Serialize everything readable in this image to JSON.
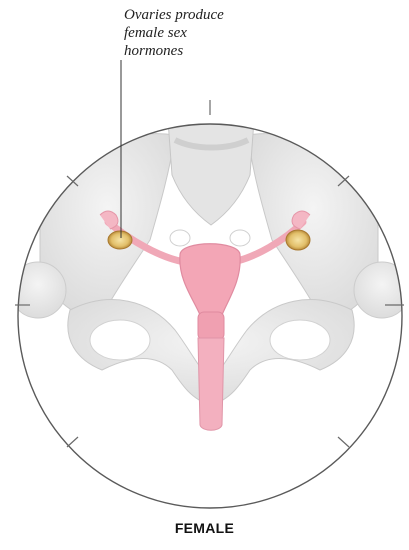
{
  "callout": {
    "lines": [
      "Ovaries produce",
      "female sex",
      "hormones"
    ]
  },
  "figure_label": "FEMALE",
  "colors": {
    "bone": "#e9e9e9",
    "bone_shadow": "#cfcfcf",
    "organ": "#f2a9b8",
    "organ_dark": "#e48fa3",
    "ovary": "#e8c978",
    "ring": "#555555"
  }
}
